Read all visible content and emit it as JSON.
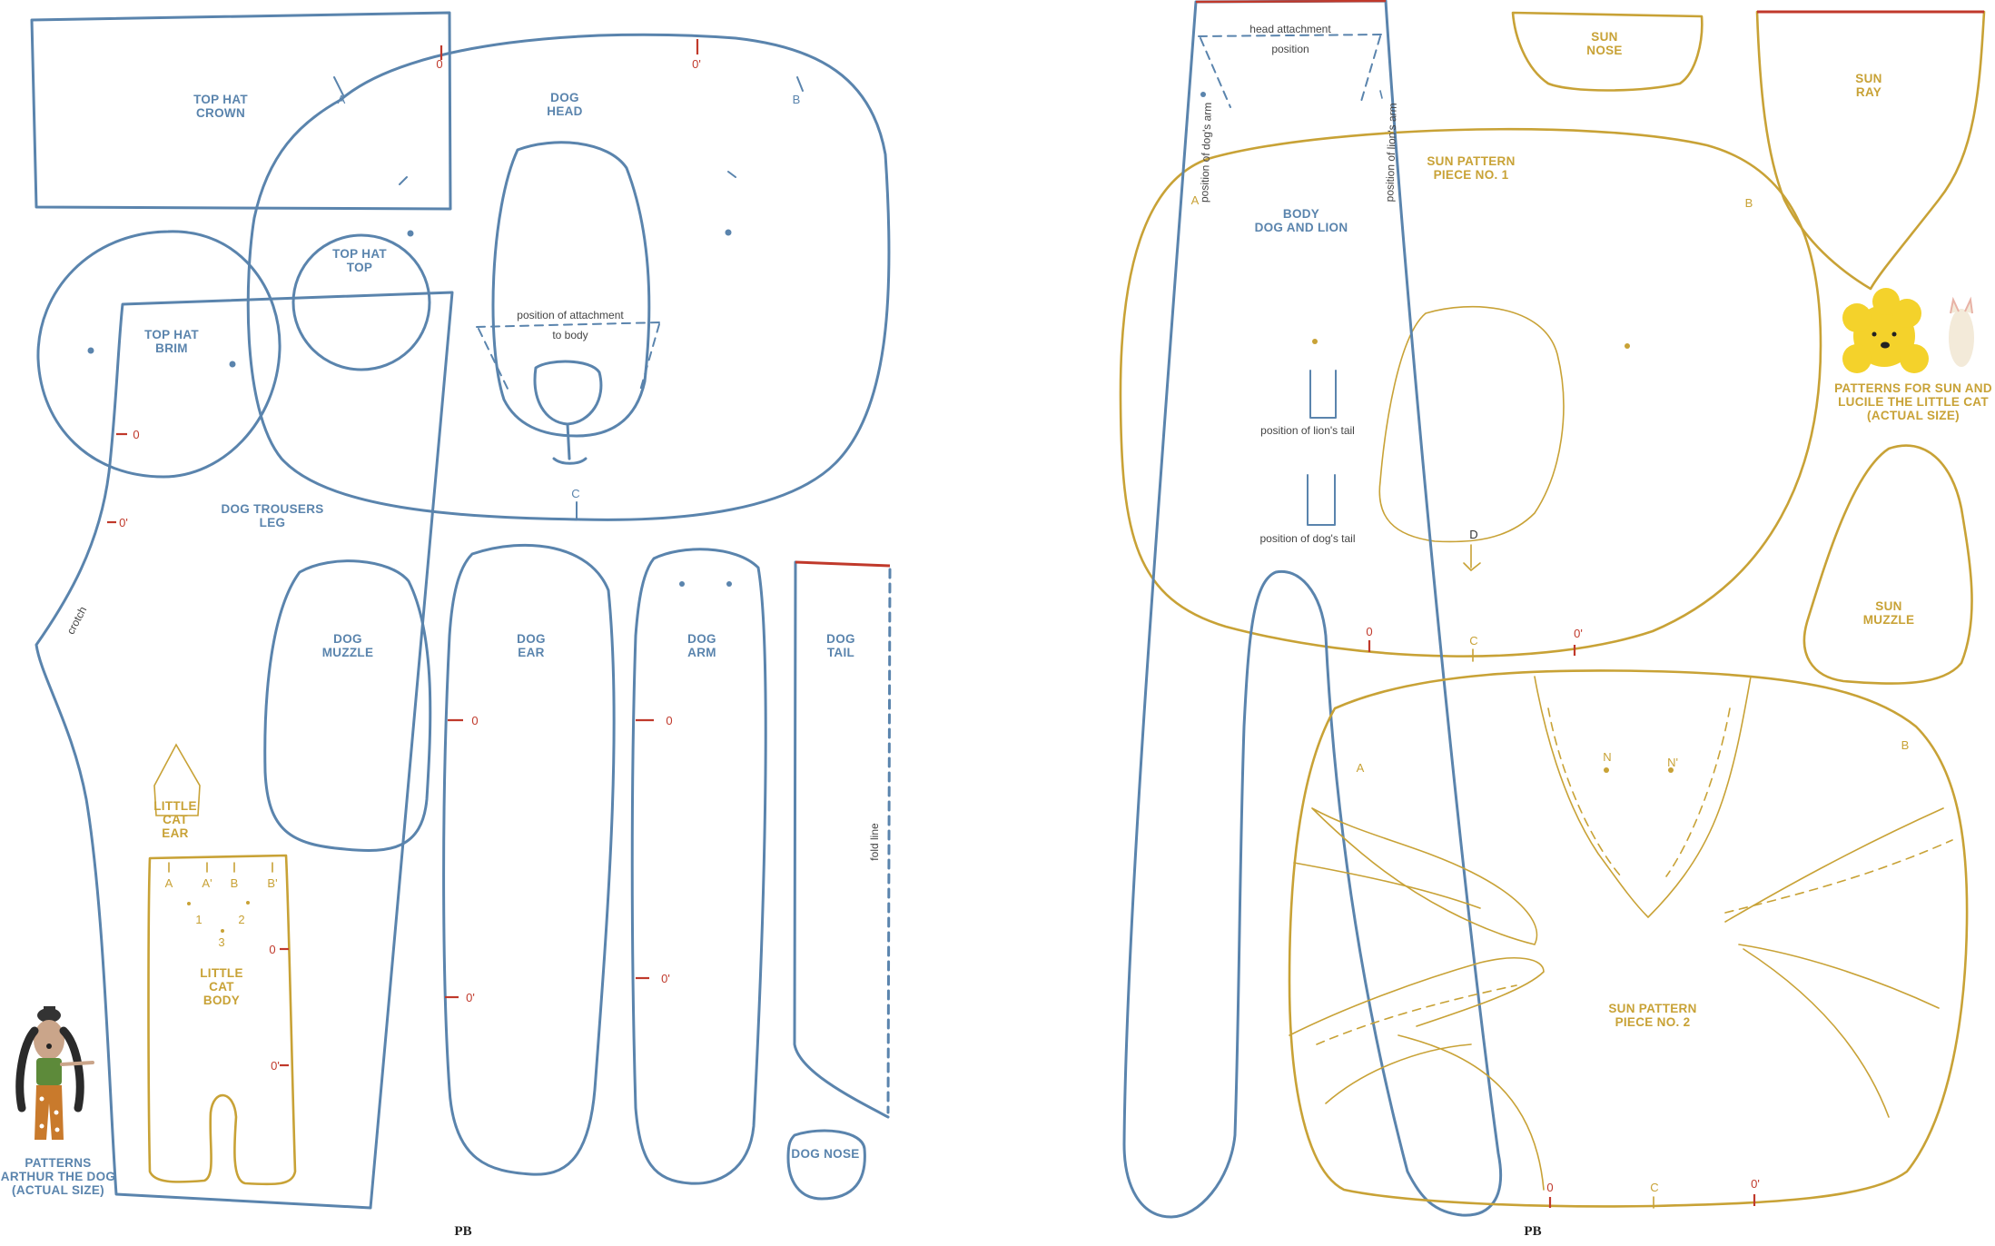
{
  "colors": {
    "blue": "#5a84ad",
    "gold": "#c8a236",
    "red": "#c0392b"
  },
  "left_page": {
    "top_hat_crown": [
      "TOP HAT",
      "CROWN"
    ],
    "dog_head": [
      "DOG",
      "HEAD"
    ],
    "top_hat_top": [
      "TOP HAT",
      "TOP"
    ],
    "top_hat_brim": [
      "TOP HAT",
      "BRIM"
    ],
    "attachment_note": [
      "position of attachment",
      "to body"
    ],
    "dog_trousers_leg": [
      "DOG TROUSERS",
      "LEG"
    ],
    "crotch": "crotch",
    "dog_muzzle": [
      "DOG",
      "MUZZLE"
    ],
    "dog_ear": [
      "DOG",
      "EAR"
    ],
    "dog_arm": [
      "DOG",
      "ARM"
    ],
    "dog_tail": [
      "DOG",
      "TAIL"
    ],
    "fold_line": "fold line",
    "dog_nose": "DOG NOSE",
    "little_cat_ear": [
      "LITTLE",
      "CAT",
      "EAR"
    ],
    "little_cat_body": [
      "LITTLE",
      "CAT",
      "BODY"
    ],
    "cat_marks": [
      "A",
      "A'",
      "B",
      "B'",
      "1",
      "2",
      "3"
    ],
    "caption": [
      "PATTERNS",
      "ARTHUR THE DOG",
      "(ACTUAL SIZE)"
    ],
    "folio": "PB"
  },
  "right_page": {
    "head_attachment": [
      "head attachment",
      "position"
    ],
    "dogs_arm": "position of dog's arm",
    "lions_arm": "position of lion's arm",
    "body": [
      "BODY",
      "DOG AND LION"
    ],
    "lions_tail": "position of lion's tail",
    "dogs_tail": "position of dog's tail",
    "sun_piece_1": [
      "SUN PATTERN",
      "PIECE NO. 1"
    ],
    "sun_nose": [
      "SUN",
      "NOSE"
    ],
    "sun_ray": [
      "SUN",
      "RAY"
    ],
    "sun_muzzle": [
      "SUN",
      "MUZZLE"
    ],
    "sun_piece_2": [
      "SUN PATTERN",
      "PIECE NO. 2"
    ],
    "caption": [
      "PATTERNS FOR SUN AND",
      "LUCILE THE LITTLE CAT",
      "(ACTUAL SIZE)"
    ],
    "folio": "PB"
  },
  "marks": {
    "zero": "0",
    "zero_prime": "0'",
    "a": "A",
    "b": "B",
    "c": "C",
    "d": "D",
    "n": "N",
    "n_prime": "N'"
  }
}
